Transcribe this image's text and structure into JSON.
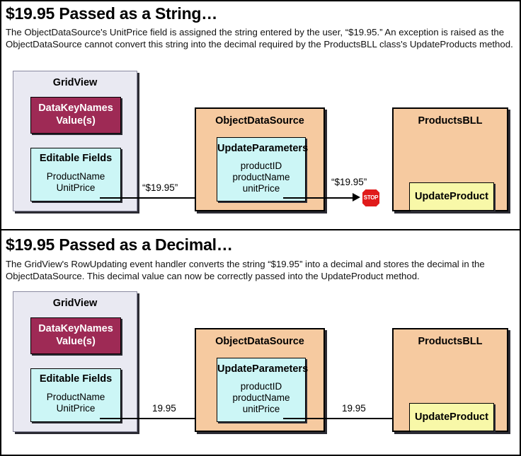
{
  "diagram": {
    "title": "ObjectDataSource UnitPrice conversion diagram",
    "colors": {
      "gridview_fill": "#e9e9f2",
      "datakeynames_fill": "#9e2a55",
      "editable_fields_fill": "#ccf6f6",
      "objectdatasource_fill": "#f6caa0",
      "productsbll_fill": "#f6caa0",
      "updateproduct_fill": "#f8f8a8",
      "stop_sign_fill": "#e01b1b",
      "border": "#000000"
    }
  },
  "sections": [
    {
      "id": "string",
      "heading": "$19.95 Passed as a String…",
      "description": "The ObjectDataSource's UnitPrice field is assigned the string entered by the user, “$19.95.” An exception is raised as the ObjectDataSource cannot convert this string into the decimal required by the ProductsBLL class's UpdateProducts method.",
      "gridview": {
        "title": "GridView",
        "datakeynames": {
          "line1": "DataKeyNames",
          "line2": "Value(s)"
        },
        "editable_fields": {
          "title": "Editable Fields",
          "fields": "ProductName\nUnitPrice"
        }
      },
      "objectdatasource": {
        "title": "ObjectDataSource",
        "update_parameters": {
          "title": "UpdateParameters",
          "fields": "productID\nproductName\nunitPrice"
        }
      },
      "productsbll": {
        "title": "ProductsBLL",
        "method": "UpdateProduct"
      },
      "edge_label_1": "“$19.95”",
      "edge_label_2": "“$19.95”",
      "stop_sign": {
        "label": "STOP",
        "present": true
      }
    },
    {
      "id": "decimal",
      "heading": "$19.95 Passed as a Decimal…",
      "description": "The GridView's RowUpdating event handler converts the string “$19.95” into a decimal and stores the decimal in the ObjectDataSource. This decimal value can now be correctly passed into the UpdateProduct method.",
      "gridview": {
        "title": "GridView",
        "datakeynames": {
          "line1": "DataKeyNames",
          "line2": "Value(s)"
        },
        "editable_fields": {
          "title": "Editable Fields",
          "fields": "ProductName\nUnitPrice"
        }
      },
      "objectdatasource": {
        "title": "ObjectDataSource",
        "update_parameters": {
          "title": "UpdateParameters",
          "fields": "productID\nproductName\nunitPrice"
        }
      },
      "productsbll": {
        "title": "ProductsBLL",
        "method": "UpdateProduct"
      },
      "edge_label_1": "19.95",
      "edge_label_2": "19.95",
      "stop_sign": {
        "label": "STOP",
        "present": false
      }
    }
  ]
}
